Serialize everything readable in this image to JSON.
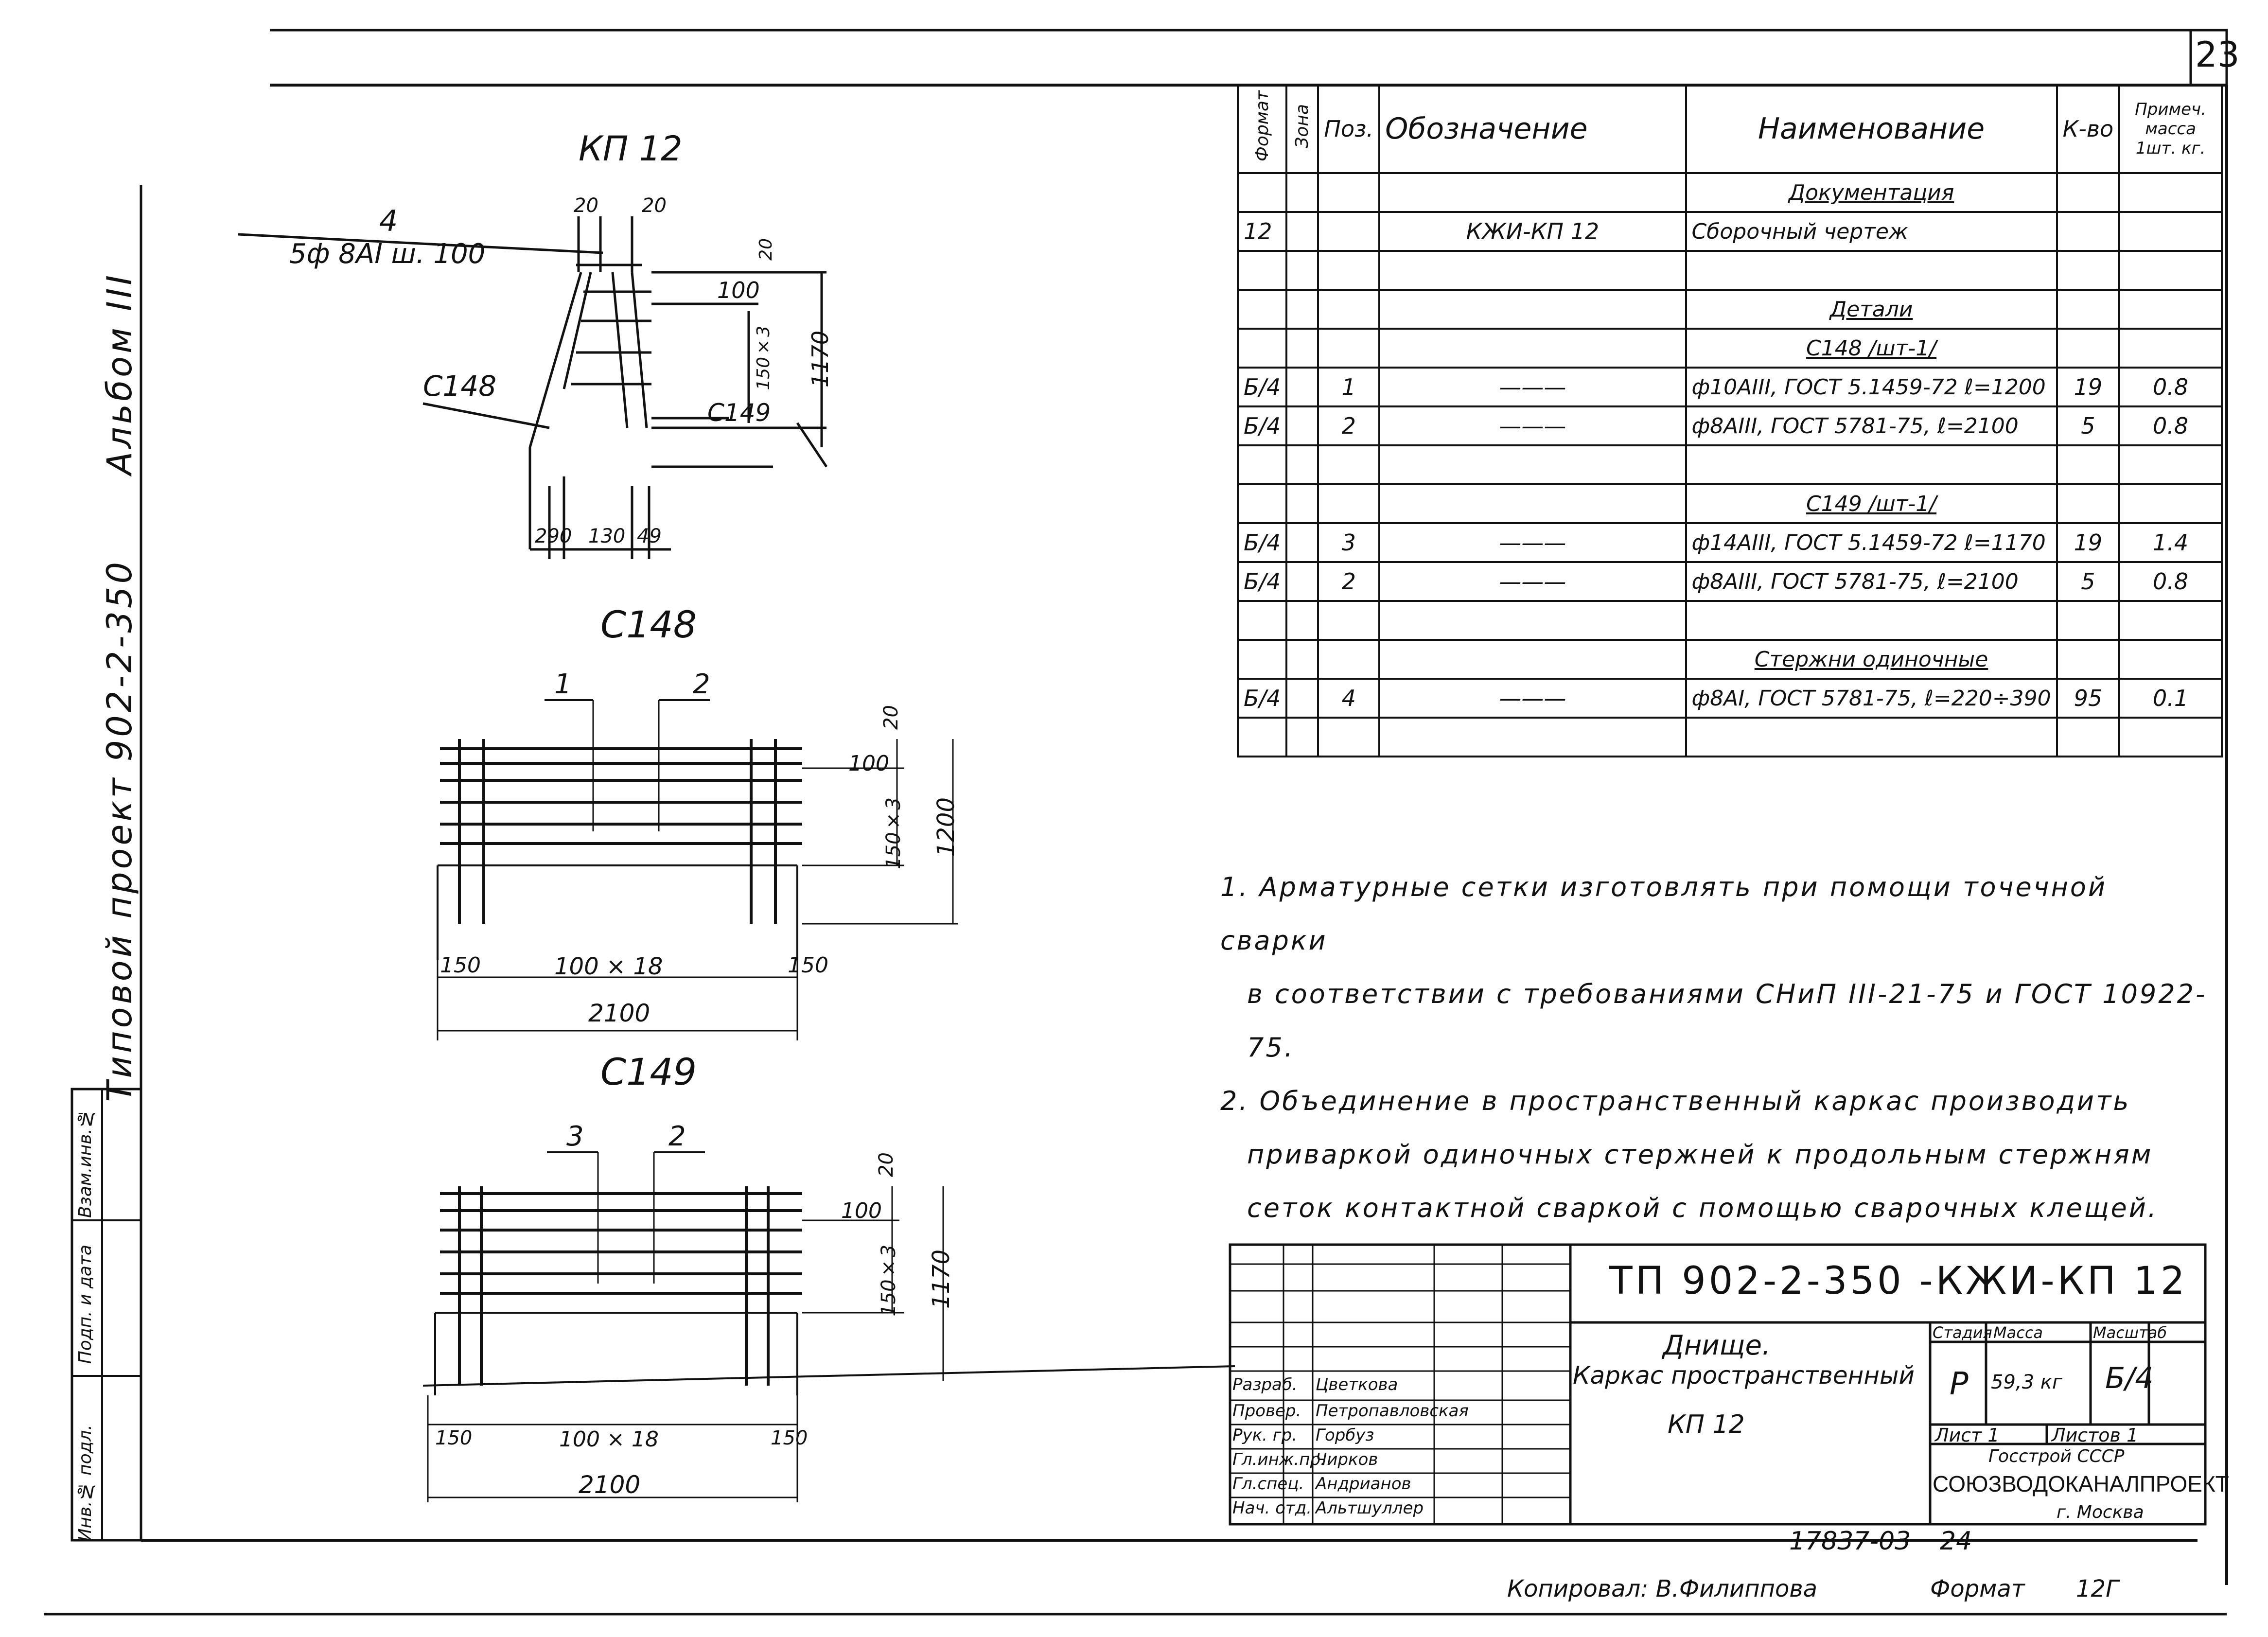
{
  "sheet": {
    "number": "23",
    "album": "Альбом III",
    "project": "Типовой проект 902-2-350",
    "copier": "Копировал: В.Филиппова",
    "format_label": "Формат",
    "format_value": "12Г",
    "inventory": "17837-03",
    "inventory_sheet": "24"
  },
  "side_stamp": {
    "inv_podl": "Инв.№ подл.",
    "podp_data": "Подп. и дата",
    "vzam_inv": "Взам.инв.№"
  },
  "views": {
    "kp12": {
      "title": "КП 12",
      "pos_label": "4",
      "rebar_label": "5ф 8АI ш. 100",
      "dims": [
        "20",
        "20",
        "20",
        "100",
        "150×3",
        "1170",
        "290",
        "130",
        "49"
      ],
      "left_mesh": "С148",
      "right_mesh": "С149"
    },
    "c148": {
      "title": "С148",
      "pos1": "1",
      "pos2": "2",
      "dims": [
        "20",
        "100",
        "150×3",
        "1200",
        "150",
        "100 × 18",
        "150",
        "2100"
      ]
    },
    "c149": {
      "title": "С149",
      "pos1": "3",
      "pos2": "2",
      "dims": [
        "20",
        "100",
        "150×3",
        "1170",
        "150",
        "100 × 18",
        "150",
        "2100"
      ]
    }
  },
  "spec_table": {
    "headers": [
      "Формат",
      "Зона",
      "Поз.",
      "Обозначение",
      "Наименование",
      "К-во",
      "Примеч. масса 1шт. кг."
    ],
    "rows": [
      {
        "format": "",
        "zone": "",
        "pos": "",
        "designation": "",
        "name": "Документация",
        "qty": "",
        "note": "",
        "heading": true
      },
      {
        "format": "12",
        "zone": "",
        "pos": "",
        "designation": "КЖИ-КП 12",
        "name": "Сборочный чертеж",
        "qty": "",
        "note": ""
      },
      {
        "format": "",
        "zone": "",
        "pos": "",
        "designation": "",
        "name": "",
        "qty": "",
        "note": ""
      },
      {
        "format": "",
        "zone": "",
        "pos": "",
        "designation": "",
        "name": "Детали",
        "qty": "",
        "note": "",
        "heading": true
      },
      {
        "format": "",
        "zone": "",
        "pos": "",
        "designation": "",
        "name": "С148 /шт-1/",
        "qty": "",
        "note": "",
        "heading": true
      },
      {
        "format": "Б/4",
        "zone": "",
        "pos": "1",
        "designation": "———",
        "name": "ф10АIII, ГОСТ 5.1459-72 ℓ=1200",
        "qty": "19",
        "note": "0.8"
      },
      {
        "format": "Б/4",
        "zone": "",
        "pos": "2",
        "designation": "———",
        "name": "ф8АIII, ГОСТ 5781-75, ℓ=2100",
        "qty": "5",
        "note": "0.8"
      },
      {
        "format": "",
        "zone": "",
        "pos": "",
        "designation": "",
        "name": "",
        "qty": "",
        "note": ""
      },
      {
        "format": "",
        "zone": "",
        "pos": "",
        "designation": "",
        "name": "С149 /шт-1/",
        "qty": "",
        "note": "",
        "heading": true
      },
      {
        "format": "Б/4",
        "zone": "",
        "pos": "3",
        "designation": "———",
        "name": "ф14АIII, ГОСТ 5.1459-72 ℓ=1170",
        "qty": "19",
        "note": "1.4"
      },
      {
        "format": "Б/4",
        "zone": "",
        "pos": "2",
        "designation": "———",
        "name": "ф8АIII, ГОСТ 5781-75, ℓ=2100",
        "qty": "5",
        "note": "0.8"
      },
      {
        "format": "",
        "zone": "",
        "pos": "",
        "designation": "",
        "name": "",
        "qty": "",
        "note": ""
      },
      {
        "format": "",
        "zone": "",
        "pos": "",
        "designation": "",
        "name": "Стержни одиночные",
        "qty": "",
        "note": "",
        "heading": true
      },
      {
        "format": "Б/4",
        "zone": "",
        "pos": "4",
        "designation": "———",
        "name": "ф8АI, ГОСТ 5781-75, ℓ=220÷390",
        "qty": "95",
        "note": "0.1"
      },
      {
        "format": "",
        "zone": "",
        "pos": "",
        "designation": "",
        "name": "",
        "qty": "",
        "note": ""
      }
    ]
  },
  "notes": [
    "1. Арматурные сетки изготовлять при помощи точечной сварки",
    "в соответствии с требованиями СНиП III-21-75 и ГОСТ 10922-75.",
    "2. Объединение в пространственный каркас производить",
    "приваркой одиночных стержней к продольным стержням",
    "сеток контактной сваркой с помощью сварочных клещей."
  ],
  "title_block": {
    "code": "ТП 902-2-350 -КЖИ-КП 12",
    "name_line1": "Днище.",
    "name_line2": "Каркас пространственный",
    "name_line3": "КП 12",
    "stage_label": "Стадия",
    "mass_label": "Масса",
    "scale_label": "Масштаб",
    "stage": "Р",
    "mass": "59,3 кг",
    "scale": "Б/4",
    "sheet_label": "Лист 1",
    "sheets_label": "Листов 1",
    "org1": "Госстрой СССР",
    "org2": "СОЮЗВОДОКАНАЛПРОЕКТ",
    "org3": "г. Москва",
    "staff": [
      {
        "role": "Разраб.",
        "name": "Цветкова"
      },
      {
        "role": "Провер.",
        "name": "Петропавловская"
      },
      {
        "role": "Рук. гр.",
        "name": "Горбуз"
      },
      {
        "role": "Гл.инж.пр.",
        "name": "Чирков"
      },
      {
        "role": "Гл.спец.",
        "name": "Андрианов"
      },
      {
        "role": "Нач. отд.",
        "name": "Альтшуллер"
      }
    ]
  }
}
